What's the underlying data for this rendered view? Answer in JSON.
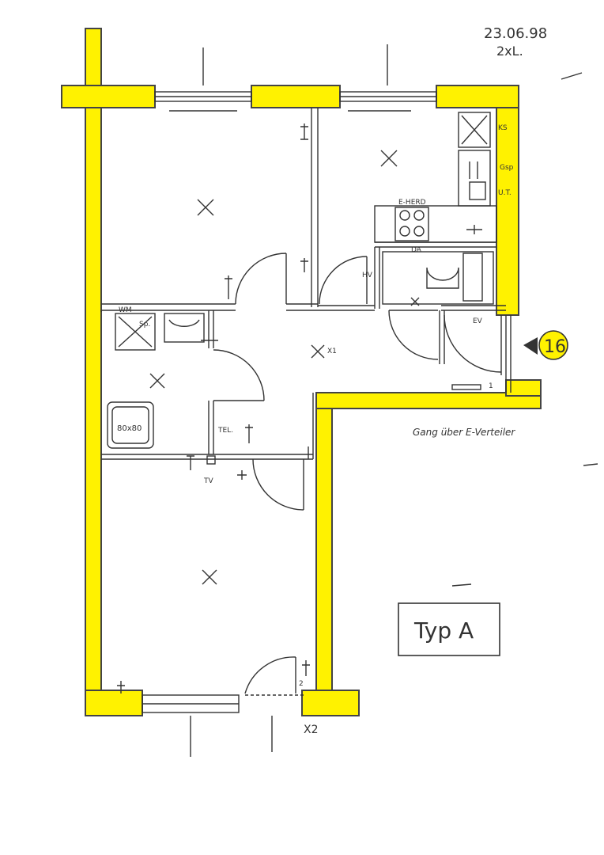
{
  "header": {
    "date": "23.06.98",
    "variant": "2xL."
  },
  "labels": {
    "corridor": "Gang über E-Verteiler",
    "plan_type": "Typ A",
    "unit_number": "16",
    "hall_mark": "X1",
    "entrance_mark": "X2",
    "kitchen_ks": "KS",
    "kitchen_gsp": "Gsp",
    "kitchen_ut": "U.T.",
    "stove": "E-HERD",
    "da": "DA",
    "hv": "HV",
    "ev": "EV",
    "wm": "WM",
    "sp": "Sp.",
    "shower": "80x80",
    "tel": "TEL.",
    "tv": "TV",
    "num_2": "2",
    "num_1": "1"
  },
  "colors": {
    "wall_fill": "#fff200",
    "line": "#333333",
    "badge_fill": "#fff200"
  }
}
